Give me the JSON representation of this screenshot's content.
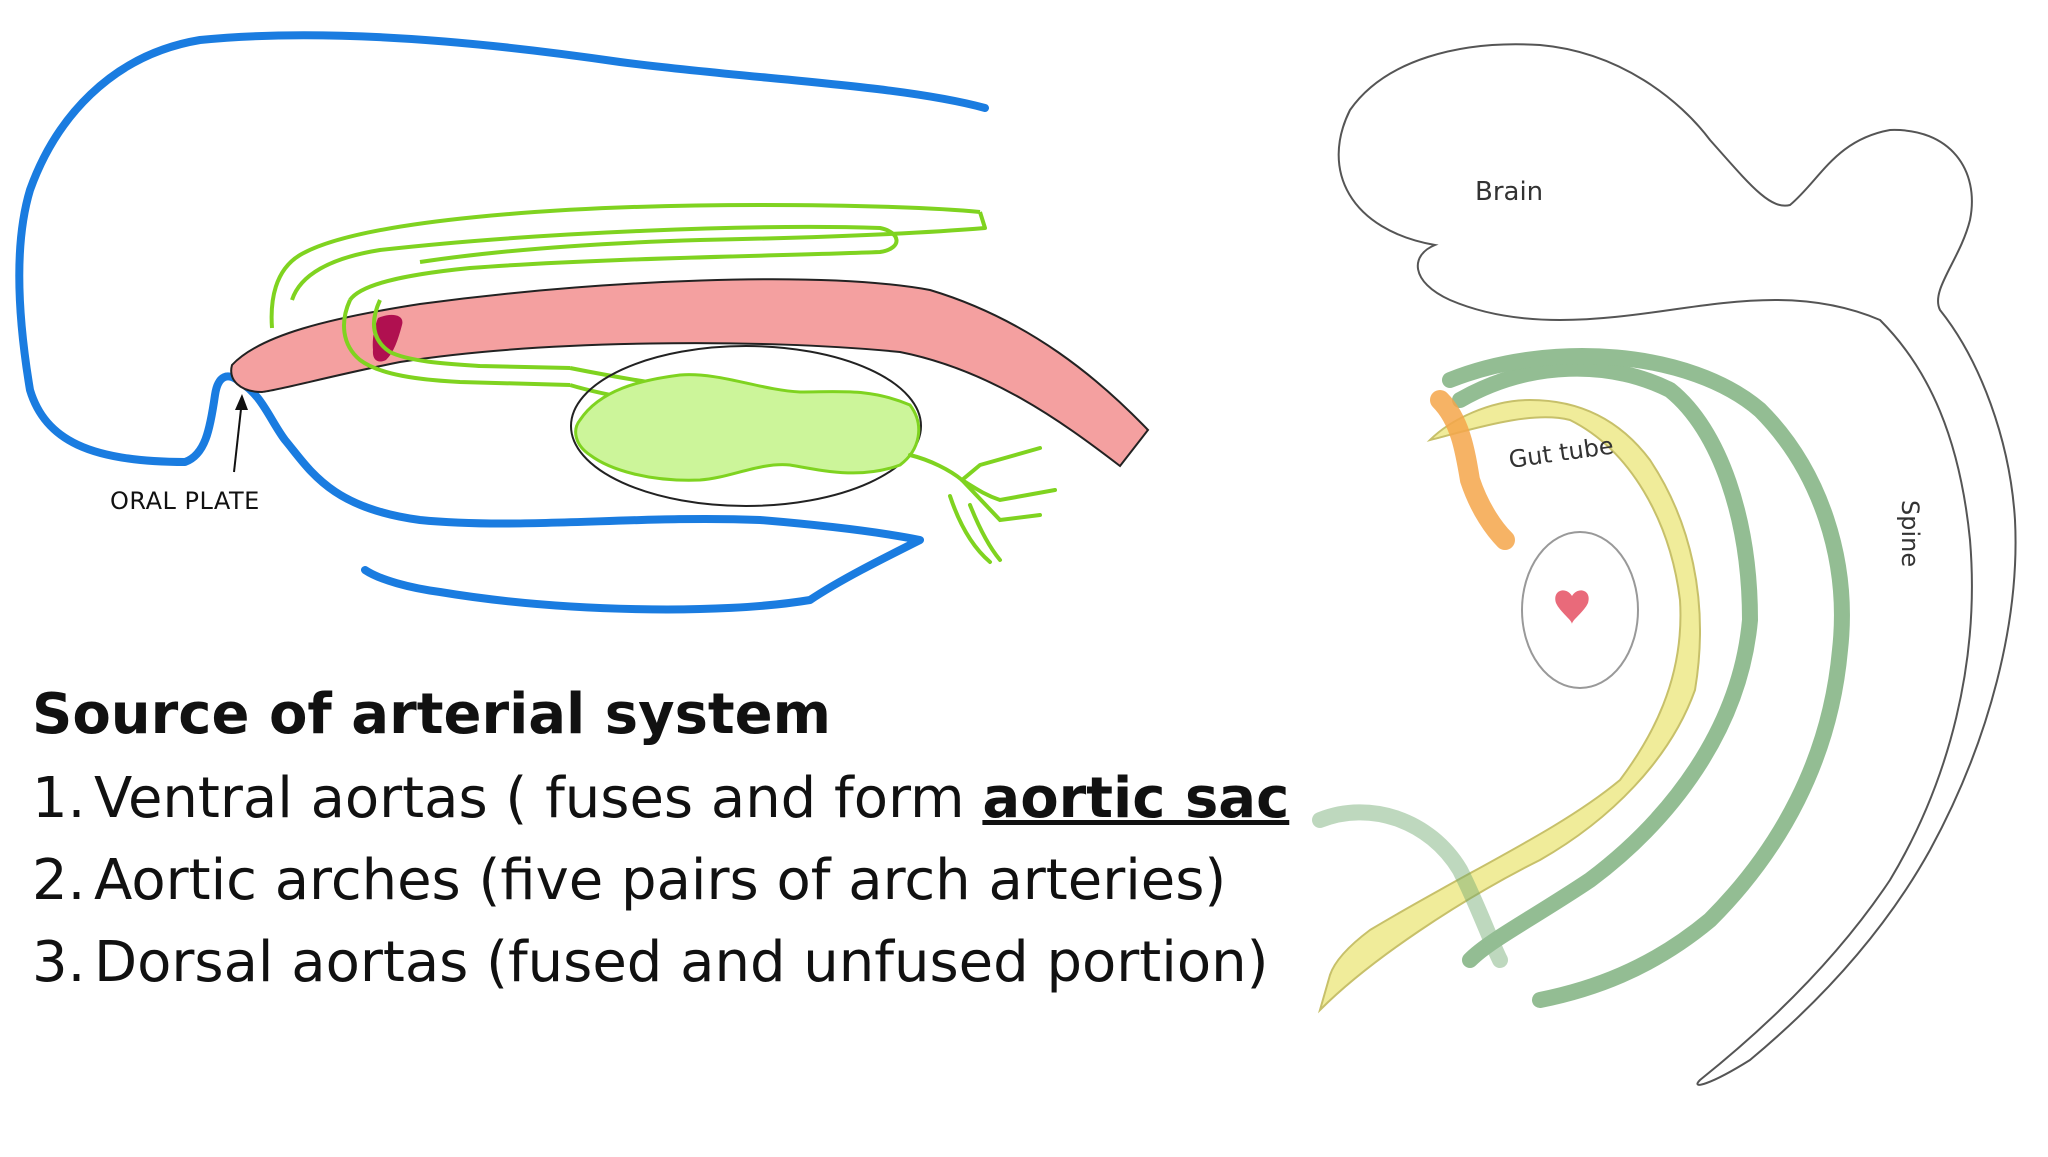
{
  "left_diagram": {
    "oral_plate_label": "ORAL PLATE"
  },
  "text": {
    "heading": "Source of arterial system",
    "items": [
      {
        "num": "1.",
        "before": "Ventral aortas ( fuses and form ",
        "emphasis": "aortic sac",
        "after": ")"
      },
      {
        "num": "2.",
        "before": "Aortic arches (five pairs of arch arteries)",
        "emphasis": "",
        "after": ""
      },
      {
        "num": "3.",
        "before": "Dorsal aortas (fused and unfused portion)",
        "emphasis": "",
        "after": ""
      }
    ]
  },
  "right_diagram": {
    "labels": {
      "brain": "Brain",
      "gut_tube": "Gut tube",
      "spine": "Spine"
    }
  },
  "colors": {
    "ectoderm_outline": "#1a7ce0",
    "arteries": "#7fd320",
    "gut": "#f4a0a0",
    "oral_plate_mark": "#b01050",
    "heart_fill": "#ccf59a",
    "sketch_green": "#6fa86f",
    "sketch_yellow": "#f0ec9a",
    "sketch_orange": "#f5a64a"
  }
}
